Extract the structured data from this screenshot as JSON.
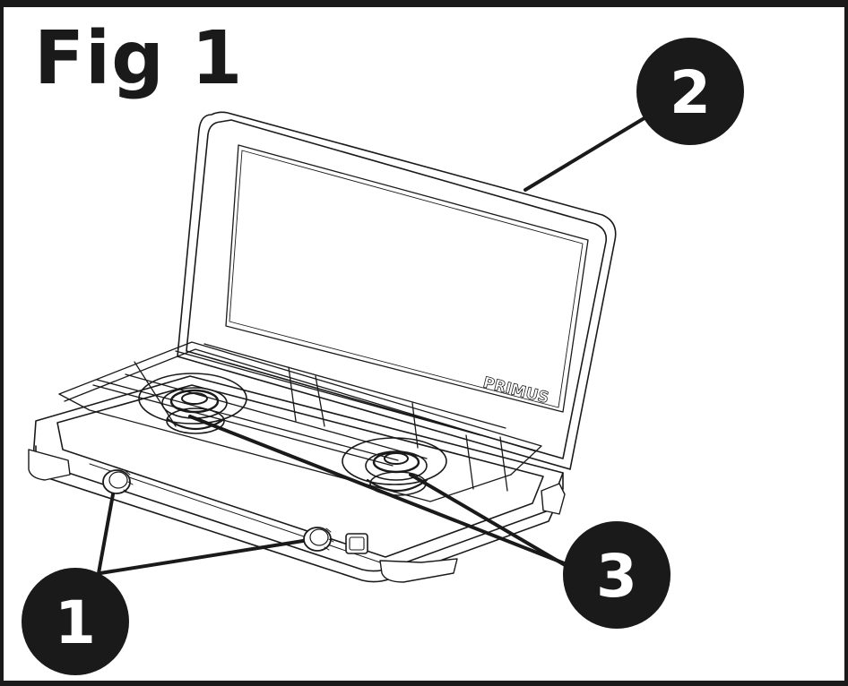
{
  "figure": {
    "title": "Fig 1"
  },
  "callouts": [
    {
      "number": "1"
    },
    {
      "number": "2"
    },
    {
      "number": "3"
    }
  ],
  "brand": {
    "text": "PRIMUS"
  },
  "colors": {
    "ink": "#1a1a1a",
    "paper": "#ffffff"
  }
}
